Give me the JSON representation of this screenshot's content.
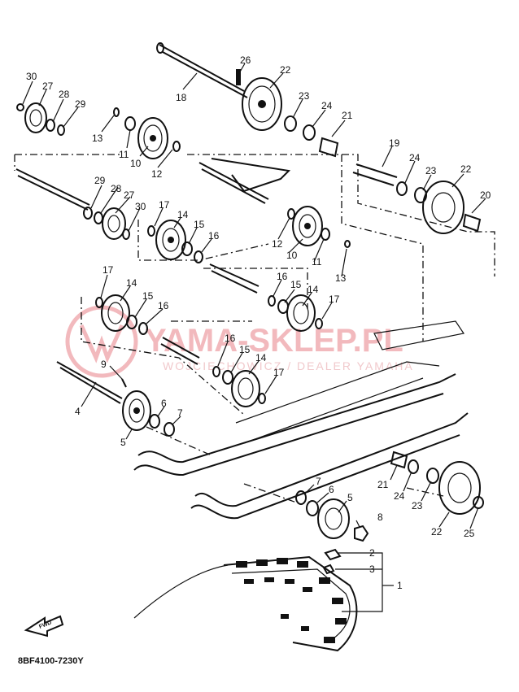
{
  "drawing_code": "8BF4100-7230Y",
  "fwd_label": "FWD",
  "watermark": {
    "line1": "YAMA-SKLEP.PL",
    "line2": "WOJCIECHOWICZ / DEALER YAMAHA"
  },
  "callouts": [
    {
      "id": "c30a",
      "text": "30"
    },
    {
      "id": "c27a",
      "text": "27"
    },
    {
      "id": "c28a",
      "text": "28"
    },
    {
      "id": "c29a",
      "text": "29"
    },
    {
      "id": "c26",
      "text": "26"
    },
    {
      "id": "c22a",
      "text": "22"
    },
    {
      "id": "c18",
      "text": "18"
    },
    {
      "id": "c23a",
      "text": "23"
    },
    {
      "id": "c24a",
      "text": "24"
    },
    {
      "id": "c21a",
      "text": "21"
    },
    {
      "id": "c13a",
      "text": "13"
    },
    {
      "id": "c11a",
      "text": "11"
    },
    {
      "id": "c10a",
      "text": "10"
    },
    {
      "id": "c12a",
      "text": "12"
    },
    {
      "id": "c19",
      "text": "19"
    },
    {
      "id": "c24b",
      "text": "24"
    },
    {
      "id": "c23b",
      "text": "23"
    },
    {
      "id": "c22b",
      "text": "22"
    },
    {
      "id": "c20",
      "text": "20"
    },
    {
      "id": "c29b",
      "text": "29"
    },
    {
      "id": "c28b",
      "text": "28"
    },
    {
      "id": "c27b",
      "text": "27"
    },
    {
      "id": "c30b",
      "text": "30"
    },
    {
      "id": "c17a",
      "text": "17"
    },
    {
      "id": "c14a",
      "text": "14"
    },
    {
      "id": "c15a",
      "text": "15"
    },
    {
      "id": "c16a",
      "text": "16"
    },
    {
      "id": "c12b",
      "text": "12"
    },
    {
      "id": "c10b",
      "text": "10"
    },
    {
      "id": "c11b",
      "text": "11"
    },
    {
      "id": "c13b",
      "text": "13"
    },
    {
      "id": "c17b",
      "text": "17"
    },
    {
      "id": "c14b",
      "text": "14"
    },
    {
      "id": "c15b",
      "text": "15"
    },
    {
      "id": "c16b",
      "text": "16"
    },
    {
      "id": "c16c",
      "text": "16"
    },
    {
      "id": "c15c",
      "text": "15"
    },
    {
      "id": "c14c",
      "text": "14"
    },
    {
      "id": "c17c",
      "text": "17"
    },
    {
      "id": "c16d",
      "text": "16"
    },
    {
      "id": "c15d",
      "text": "15"
    },
    {
      "id": "c14d",
      "text": "14"
    },
    {
      "id": "c17d",
      "text": "17"
    },
    {
      "id": "c9",
      "text": "9"
    },
    {
      "id": "c4",
      "text": "4"
    },
    {
      "id": "c6a",
      "text": "6"
    },
    {
      "id": "c7a",
      "text": "7"
    },
    {
      "id": "c5a",
      "text": "5"
    },
    {
      "id": "c21b",
      "text": "21"
    },
    {
      "id": "c24c",
      "text": "24"
    },
    {
      "id": "c23c",
      "text": "23"
    },
    {
      "id": "c22c",
      "text": "22"
    },
    {
      "id": "c25",
      "text": "25"
    },
    {
      "id": "c7b",
      "text": "7"
    },
    {
      "id": "c6b",
      "text": "6"
    },
    {
      "id": "c5b",
      "text": "5"
    },
    {
      "id": "c8",
      "text": "8"
    },
    {
      "id": "c2",
      "text": "2"
    },
    {
      "id": "c3",
      "text": "3"
    },
    {
      "id": "c1",
      "text": "1"
    }
  ]
}
